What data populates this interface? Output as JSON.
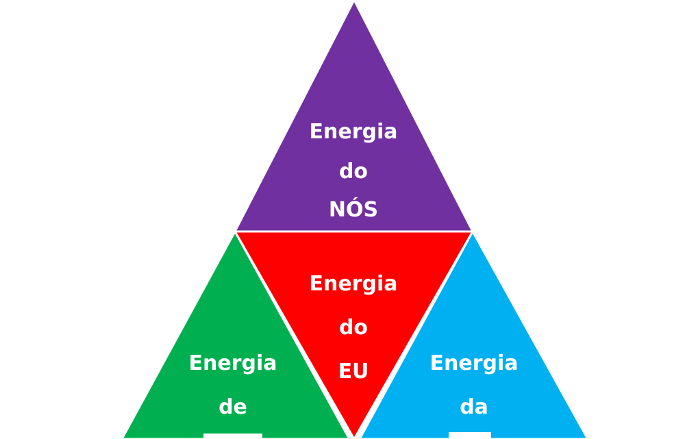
{
  "diagram": {
    "type": "triangle-pyramid",
    "colors": {
      "top": "#7030A0",
      "center": "#FF0000",
      "left": "#00B050",
      "right": "#00B0F0",
      "text": "#FFFFFF",
      "border": "#FFFFFF"
    },
    "top": {
      "line1": "Energia",
      "line2": "do",
      "line3": "NÓS"
    },
    "center": {
      "line1": "Energia",
      "line2": "do",
      "line3": "EU"
    },
    "left": {
      "line1": "Energia",
      "line2": "de"
    },
    "right": {
      "line1": "Energia",
      "line2": "da"
    }
  }
}
